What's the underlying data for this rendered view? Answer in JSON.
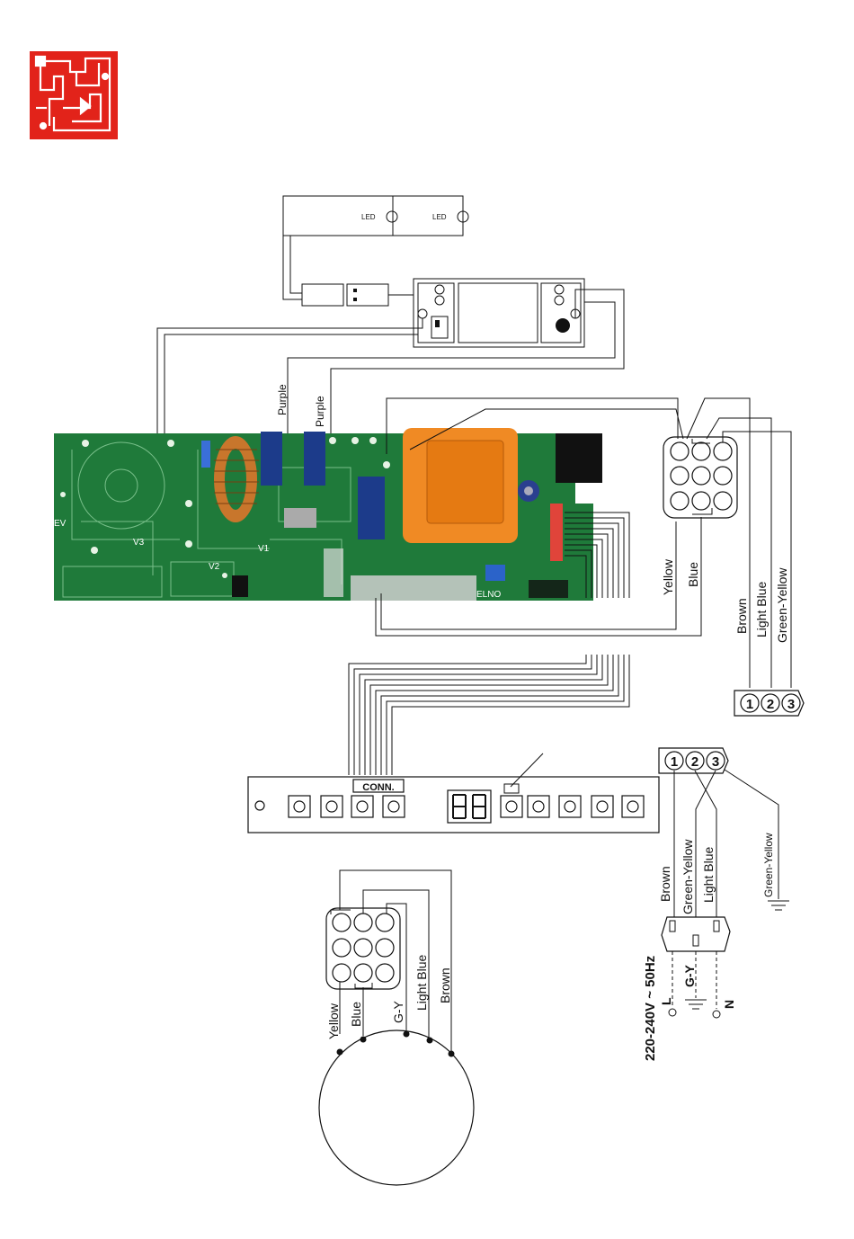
{
  "logo": {
    "color": "#e2231a",
    "icon": "circuit-maze-logo-icon"
  },
  "led_labels": [
    "LED",
    "LED"
  ],
  "pcb": {
    "board_color": "#1f7a3a",
    "transformer_color": "#f08a24",
    "coil_color": "#c8762c",
    "ev_label": "EV",
    "v_labels": [
      "V1",
      "V2",
      "V3"
    ],
    "elno_label": "ELNO"
  },
  "top_wire_labels": [
    "Purple",
    "Purple"
  ],
  "connector_right": {
    "labels_vertical": [
      "Yellow",
      "Blue",
      "Brown",
      "Light Blue",
      "Green-Yellow"
    ]
  },
  "terminal_block_top": [
    "1",
    "2",
    "3"
  ],
  "panel": {
    "conn_label": "CONN."
  },
  "terminal_block_bottom": [
    "1",
    "2",
    "3"
  ],
  "power_labels": {
    "wires": [
      "Brown",
      "Green-Yellow",
      "Light Blue"
    ],
    "ground": "Green-Yellow",
    "supply": "220-240V ~ 50Hz",
    "L": "L",
    "GY": "G-Y",
    "N": "N"
  },
  "motor_connector": {
    "labels": [
      "Yellow",
      "Blue",
      "G-Y",
      "Light Blue",
      "Brown"
    ]
  }
}
